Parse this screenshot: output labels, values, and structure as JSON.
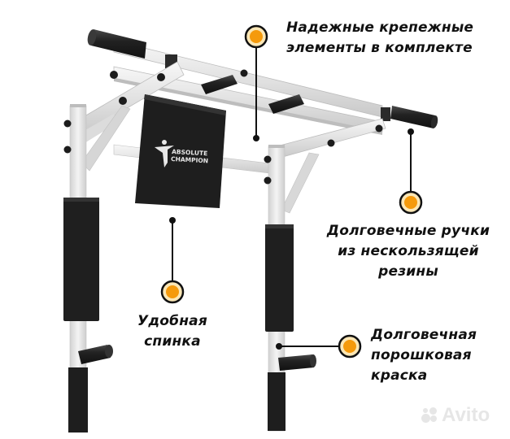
{
  "callouts": {
    "fasteners": {
      "lines": [
        "Надежные крепежные",
        "элементы в комплекте"
      ]
    },
    "handles": {
      "lines": [
        "Долговечные ручки",
        "из нескользящей",
        "резины"
      ]
    },
    "backrest": {
      "lines": [
        "Удобная",
        "спинка"
      ]
    },
    "coating": {
      "lines": [
        "Долговечная",
        "порошковая",
        "краска"
      ]
    }
  },
  "product": {
    "pad_logo_line1": "ABSOLUTE",
    "pad_logo_line2": "CHAMPION"
  },
  "watermark": {
    "text": "Avito"
  },
  "colors": {
    "marker_fill": "#f59a0c",
    "marker_ring": "#fbe7b6",
    "frame": "#e9e9e9",
    "padding": "#1c1c1c",
    "text": "#111111"
  }
}
